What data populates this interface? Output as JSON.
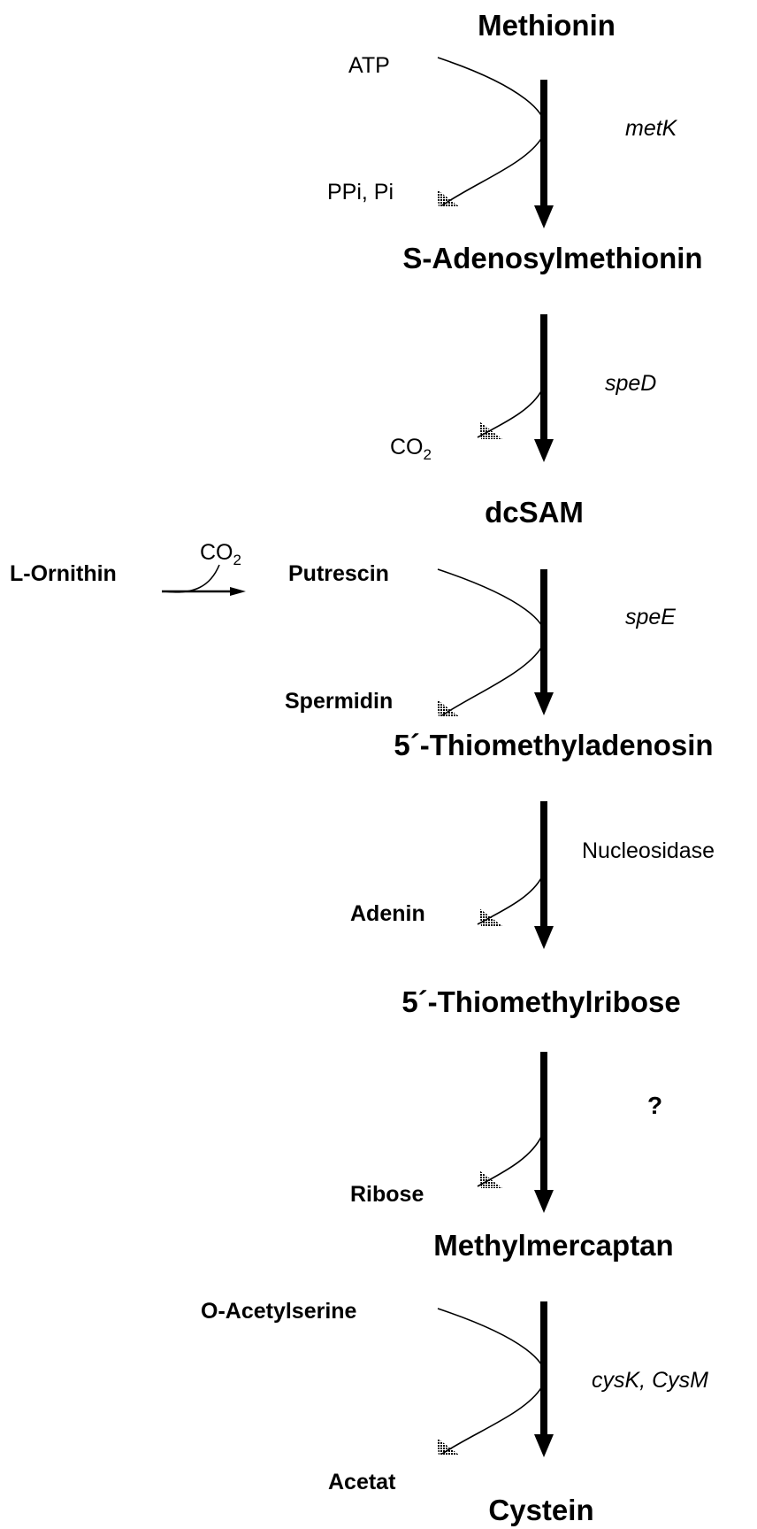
{
  "metabolites": {
    "methionin": "Methionin",
    "sam": "S-Adenosylmethionin",
    "dcsam": "dcSAM",
    "mta": "5´-Thiomethyladenosin",
    "mtr": "5´-Thiomethylribose",
    "methylmercaptan": "Methylmercaptan",
    "cystein": "Cystein"
  },
  "cosubstrates": {
    "atp": "ATP",
    "ppi_pi": "PPi, Pi",
    "co2_base": "CO",
    "co2_sub": "2",
    "l_ornithin": "L-Ornithin",
    "putrescin": "Putrescin",
    "spermidin": "Spermidin",
    "adenin": "Adenin",
    "ribose": "Ribose",
    "o_acetylserine": "O-Acetylserine",
    "acetat": "Acetat"
  },
  "enzymes": {
    "metk": "metK",
    "sped": "speD",
    "spee": "speE",
    "nucleosidase": "Nucleosidase",
    "unknown": "?",
    "cys": "cysK, CysM"
  }
}
